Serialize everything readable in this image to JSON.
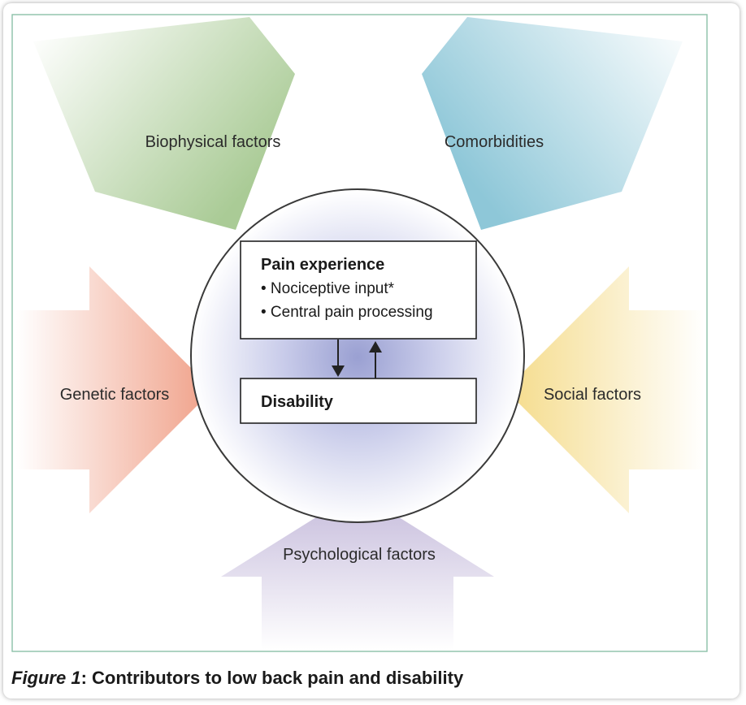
{
  "factors": {
    "biophysical": "Biophysical factors",
    "comorbidities": "Comorbidities",
    "genetic": "Genetic factors",
    "social": "Social factors",
    "psychological": "Psychological factors"
  },
  "pain_box": {
    "title": "Pain experience",
    "items": [
      "• Nociceptive input*",
      "• Central pain processing"
    ]
  },
  "disability_box": {
    "title": "Disability"
  },
  "caption": {
    "label": "Figure 1",
    "separator": ": ",
    "text": "Contributors to low back pain and disability"
  },
  "colors": {
    "biophysical": "#b9d3a8",
    "comorbidities": "#a9d3df",
    "genetic": "#f2b09a",
    "social": "#f6e2a2",
    "psychological": "#cfc6e0",
    "frame": "#8cc0a8",
    "circle_glow": "#aab0d8"
  }
}
